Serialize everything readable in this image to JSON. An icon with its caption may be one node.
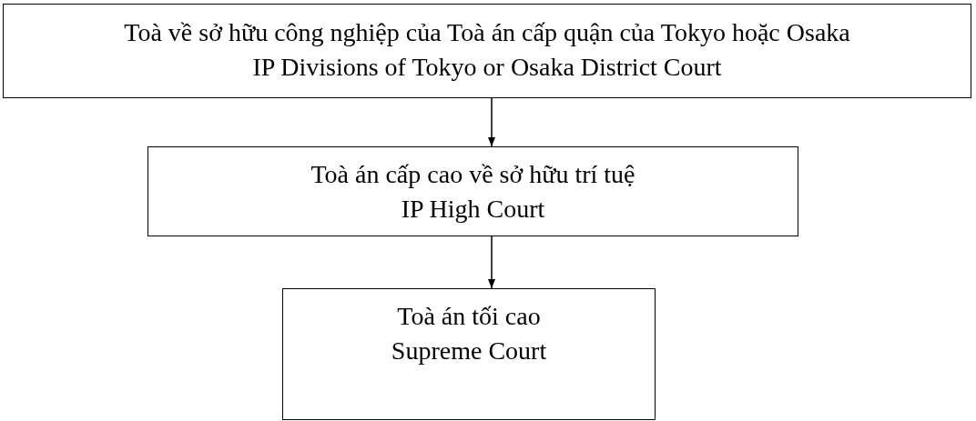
{
  "diagram": {
    "nodes": [
      {
        "text": [
          "Toà về sở hữu công nghiệp của Toà án cấp quận của Tokyo hoặc Osaka",
          "IP Divisions of Tokyo or Osaka District Court"
        ]
      },
      {
        "text": [
          "Toà án cấp cao về sở hữu trí tuệ",
          "IP High Court"
        ]
      },
      {
        "text": [
          "Toà án tối cao",
          "Supreme Court"
        ]
      }
    ],
    "edges": [
      {
        "from": 0,
        "to": 1,
        "arrow": "to"
      },
      {
        "from": 1,
        "to": 2,
        "arrow": "to"
      }
    ]
  }
}
